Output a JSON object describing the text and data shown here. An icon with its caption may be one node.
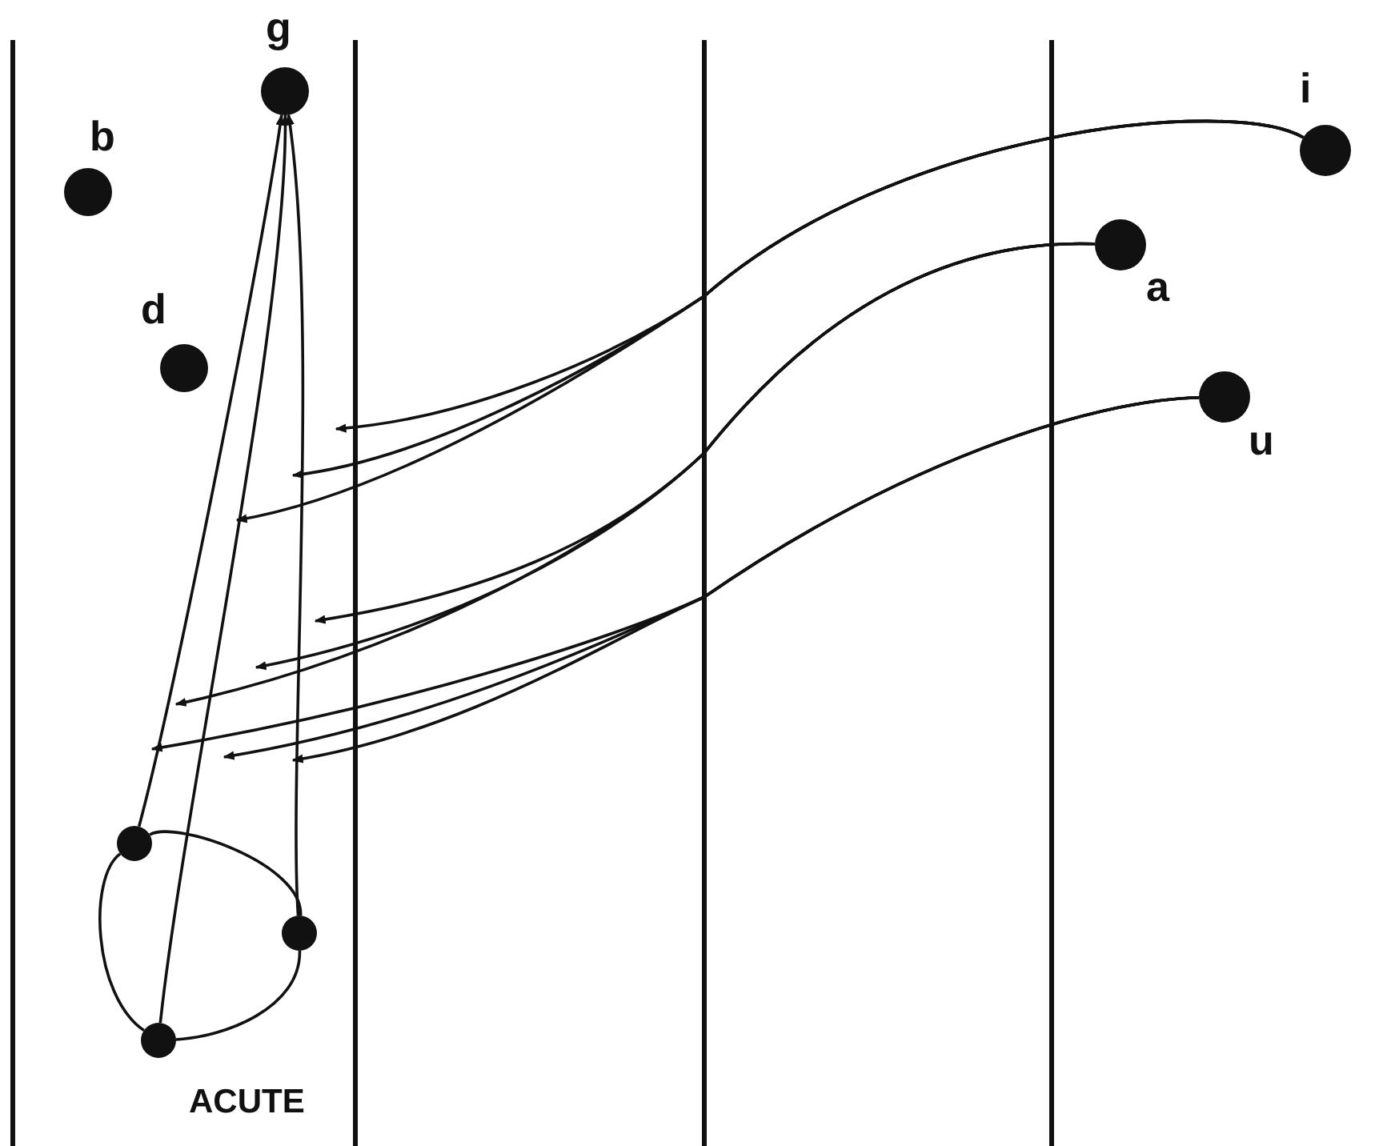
{
  "diagram": {
    "nodes": [
      {
        "text": [
          "b"
        ]
      },
      {
        "text": [
          "d"
        ]
      },
      {
        "text": [
          "g"
        ]
      },
      {
        "text": [
          "i"
        ]
      },
      {
        "text": [
          "a"
        ]
      },
      {
        "text": [
          "u"
        ]
      },
      {
        "text": [],
        "shape": "circle"
      },
      {
        "text": [],
        "shape": "circle"
      },
      {
        "text": [],
        "shape": "circle"
      }
    ],
    "edges": [
      {
        "from": 6,
        "to": 2,
        "arrow": "to"
      },
      {
        "from": 8,
        "to": 2,
        "arrow": "to"
      },
      {
        "from": 7,
        "to": 2,
        "arrow": "to"
      },
      {
        "from": 6,
        "to": 7,
        "arrow": "none"
      },
      {
        "from": 7,
        "to": 8,
        "arrow": "none"
      },
      {
        "from": 8,
        "to": 6,
        "arrow": "none"
      },
      {
        "from": 3,
        "to": null,
        "arrow": "to"
      },
      {
        "from": 3,
        "to": null,
        "arrow": "to"
      },
      {
        "from": 3,
        "to": null,
        "arrow": "to"
      },
      {
        "from": 4,
        "to": null,
        "arrow": "to"
      },
      {
        "from": 4,
        "to": null,
        "arrow": "to"
      },
      {
        "from": 4,
        "to": null,
        "arrow": "to"
      },
      {
        "from": 5,
        "to": null,
        "arrow": "to"
      },
      {
        "from": 5,
        "to": null,
        "arrow": "to"
      },
      {
        "from": 5,
        "to": null,
        "arrow": "to"
      }
    ],
    "labels": [
      "ACUTE"
    ]
  }
}
